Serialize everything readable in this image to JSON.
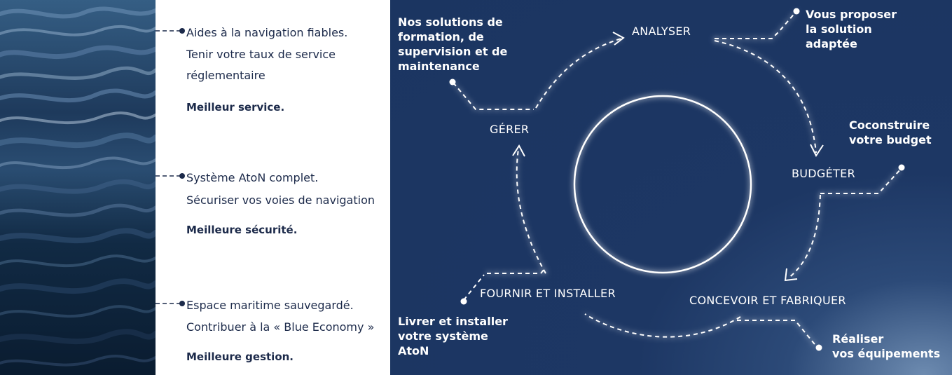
{
  "benefits": [
    {
      "lines": [
        "Aides à la navigation fiables.",
        "Tenir votre taux de service",
        "réglementaire"
      ],
      "highlight": "Meilleur service."
    },
    {
      "lines": [
        "Système AtoN complet.",
        "Sécuriser vos voies de navigation"
      ],
      "highlight": "Meilleure sécurité."
    },
    {
      "lines": [
        "Espace maritime sauvegardé.",
        "Contribuer à la « Blue Economy »"
      ],
      "highlight": "Meilleure gestion."
    }
  ],
  "cycle": {
    "stages": {
      "analyser": "ANALYSER",
      "budgeter": "BUDGÉTER",
      "concevoir": "CONCEVOIR ET FABRIQUER",
      "fournir": "FOURNIR ET INSTALLER",
      "gerer": "GÉRER"
    },
    "notes": {
      "analyser": [
        "Vous proposer",
        "la solution",
        "adaptée"
      ],
      "budgeter": [
        "Coconstruire",
        "votre budget"
      ],
      "concevoir": [
        "Réaliser",
        "vos équipements"
      ],
      "fournir": [
        "Livrer et installer",
        "votre système",
        "AtoN"
      ],
      "gerer": [
        "Nos solutions de",
        "formation, de",
        "supervision et de",
        "maintenance"
      ]
    }
  },
  "colors": {
    "navy": "#1b3561",
    "text_dark": "#1c2a4a",
    "white": "#ffffff"
  }
}
